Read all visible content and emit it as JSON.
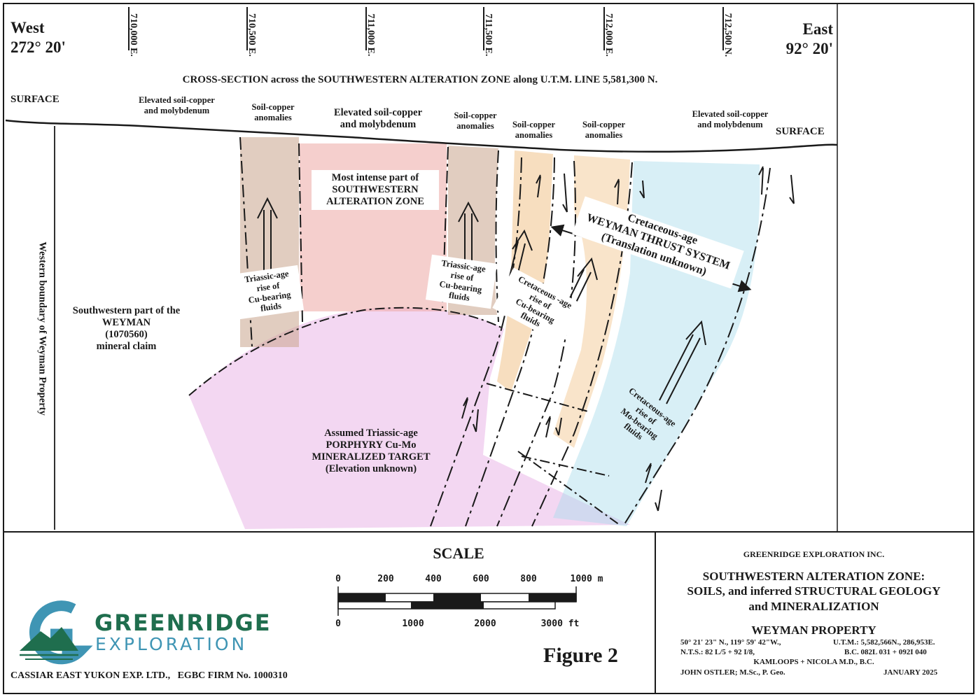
{
  "header": {
    "west_label": "West",
    "west_bearing": "272° 20'",
    "east_label": "East",
    "east_bearing": "92° 20'",
    "utm_ticks": [
      "710,000 E.",
      "710,500 E.",
      "711,000 E.",
      "711,500 E.",
      "712,000 E.",
      "712,500 N."
    ],
    "section_title": "CROSS-SECTION across the SOUTHWESTERN ALTERATION ZONE along U.T.M. LINE 5,581,300 N."
  },
  "surface_labels": {
    "left": "SURFACE",
    "right": "SURFACE"
  },
  "soil_labels": [
    {
      "l1": "Elevated soil-copper",
      "l2": "and molybdenum"
    },
    {
      "l1": "Soil-copper",
      "l2": "anomalies"
    },
    {
      "l1": "Elevated soil-copper",
      "l2": "and molybdenum"
    },
    {
      "l1": "Soil-copper",
      "l2": "anomalies"
    },
    {
      "l1": "Soil-copper",
      "l2": "anomalies"
    },
    {
      "l1": "Soil-copper",
      "l2": "anomalies"
    },
    {
      "l1": "Elevated soil-copper",
      "l2": "and molybdenum"
    }
  ],
  "zones": {
    "intense": {
      "l1": "Most intense part of",
      "l2": "SOUTHWESTERN",
      "l3": "ALTERATION ZONE"
    },
    "triassic_left": {
      "l1": "Triassic-age",
      "l2": "rise of",
      "l3": "Cu-bearing",
      "l4": "fluids"
    },
    "triassic_right": {
      "l1": "Triassic-age",
      "l2": "rise of",
      "l3": "Cu-bearing",
      "l4": "fluids"
    },
    "cretaceous_cu": {
      "l1": "Cretaceous -age",
      "l2": "rise of",
      "l3": "Cu-bearing",
      "l4": "fluids"
    },
    "cretaceous_mo": {
      "l1": "Cretaceous-age",
      "l2": "rise of",
      "l3": "Mo-bearing",
      "l4": "fluids"
    },
    "thrust": {
      "l1": "Cretaceous-age",
      "l2": "WEYMAN THRUST SYSTEM",
      "l3": "(Translation unknown)"
    },
    "claim": {
      "l1": "Southwestern part of the",
      "l2": "WEYMAN",
      "l3": "(1070560)",
      "l4": "mineral claim"
    },
    "porphyry": {
      "l1": "Assumed Triassic-age",
      "l2": "PORPHYRY Cu-Mo",
      "l3": "MINERALIZED TARGET",
      "l4": "(Elevation unknown)"
    },
    "boundary": "Western boundary of Weyman Property"
  },
  "scale": {
    "title": "SCALE",
    "metric_ticks": [
      "0",
      "200",
      "400",
      "600",
      "800",
      "1000 m"
    ],
    "feet_ticks": [
      "0",
      "1000",
      "2000",
      "3000 ft"
    ]
  },
  "logo": {
    "name": "GREENRIDGE",
    "sub": "EXPLORATION"
  },
  "footer": {
    "firm": "CASSIAR EAST YUKON EXP. LTD.,   EGBC FIRM No. 1000310",
    "figure": "Figure 2"
  },
  "title_block": {
    "company": "GREENRIDGE EXPLORATION INC.",
    "title_l1": "SOUTHWESTERN ALTERATION ZONE:",
    "title_l2": "SOILS, and inferred STRUCTURAL GEOLOGY",
    "title_l3": "and MINERALIZATION",
    "property": "WEYMAN PROPERTY",
    "coords": "50° 21'  23\" N., 119° 59' 42\"W.,",
    "utm": "U.T.M.: 5,582,566N., 286,953E.",
    "nts": "N.T.S.: 82 L/5 + 92 I/8,",
    "bc": "B.C. 082L 031 + 092I 040",
    "district": "KAMLOOPS + NICOLA M.D., B.C.",
    "author": "JOHN OSTLER; M.Sc., P. Geo.",
    "date": "JANUARY 2025"
  },
  "colors": {
    "ink": "#1a1a1a",
    "soil_brown": "#c9a48c",
    "alteration_red": "#eda7a4",
    "porphyry_pink": "#eab6e8",
    "cretaceous_orange": "#f1c38a",
    "mo_blue": "#a9dcea",
    "logo_blue": "#3f95b4",
    "logo_green": "#1f6e4e"
  }
}
